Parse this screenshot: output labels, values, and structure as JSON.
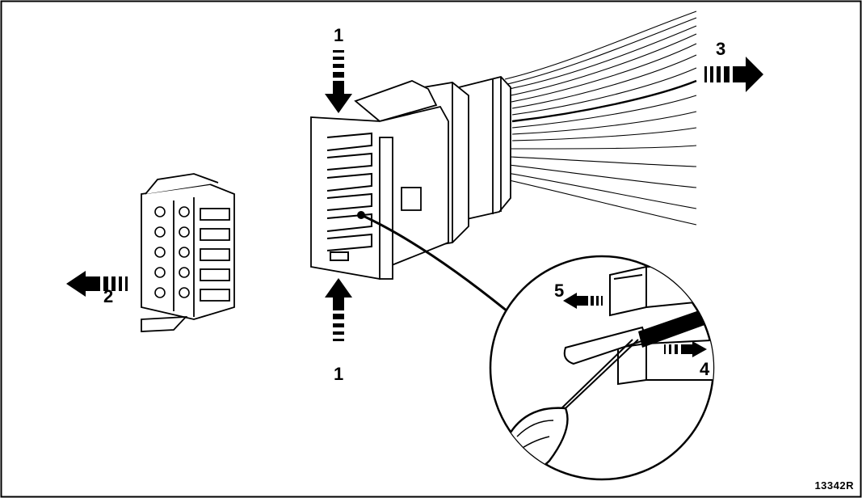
{
  "figure": {
    "reference_code": "13342R",
    "callouts": {
      "press_top": "1",
      "press_bottom": "1",
      "lock_removed": "2",
      "wires_pulled": "3",
      "terminal_pulled": "4",
      "tab_lifted": "5"
    }
  }
}
